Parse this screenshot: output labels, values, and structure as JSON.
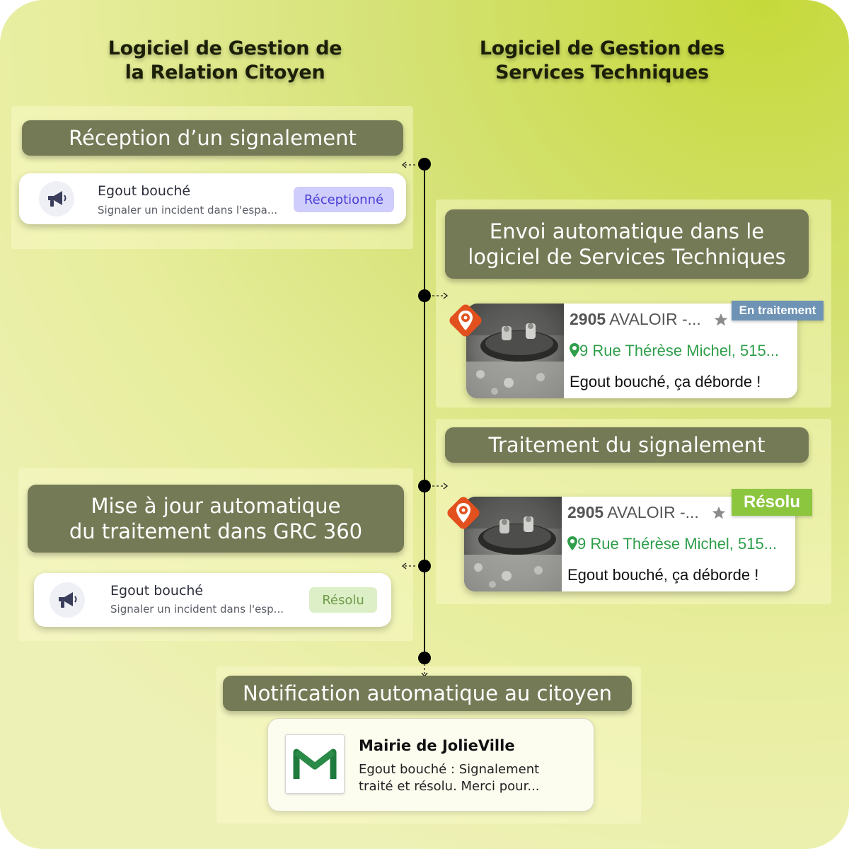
{
  "columns": {
    "left_title_line1": "Logiciel de Gestion de",
    "left_title_line2": "la Relation Citoyen",
    "right_title_line1": "Logiciel de Gestion des",
    "right_title_line2": "Services Techniques"
  },
  "step1": {
    "title": "Réception d’un signalement",
    "card": {
      "title": "Egout bouché",
      "subtitle": "Signaler un incident dans l'espa...",
      "status": "Réceptionné",
      "icon": "megaphone-icon"
    }
  },
  "step2": {
    "title_line1": "Envoi automatique dans le",
    "title_line2": "logiciel de Services Techniques",
    "card": {
      "reference": "2905",
      "label": "AVALOIR -...",
      "address": "9 Rue Thérèse Michel, 515...",
      "description": "Egout bouché, ça déborde !",
      "status": "En traitement",
      "status_color": "#6e93b4"
    }
  },
  "step3": {
    "title": "Traitement du signalement",
    "card": {
      "reference": "2905",
      "label": "AVALOIR -...",
      "address": "9 Rue Thérèse Michel, 515...",
      "description": "Egout bouché, ça déborde !",
      "status": "Résolu",
      "status_color": "#8cc63f"
    }
  },
  "step4": {
    "title_line1": "Mise à jour automatique",
    "title_line2": "du traitement dans GRC 360",
    "card": {
      "title": "Egout bouché",
      "subtitle": "Signaler un incident dans l'esp...",
      "status": "Résolu",
      "icon": "megaphone-icon"
    }
  },
  "step5": {
    "title": "Notification automatique au citoyen",
    "email": {
      "sender": "Mairie de JolieVille",
      "preview_line1": "Egout bouché : Signalement",
      "preview_line2": "traité et résolu. Merci pour...",
      "icon": "gmail-icon"
    }
  },
  "colors": {
    "banner": "#757a56",
    "timeline": "#000000",
    "received_pill_bg": "#cfcdfb",
    "received_pill_text": "#4a3fd6",
    "resolved_pill_bg": "#dcefc6",
    "resolved_pill_text": "#6f9c4a",
    "address_green": "#2e9e4a",
    "pin_orange": "#e2501d"
  }
}
